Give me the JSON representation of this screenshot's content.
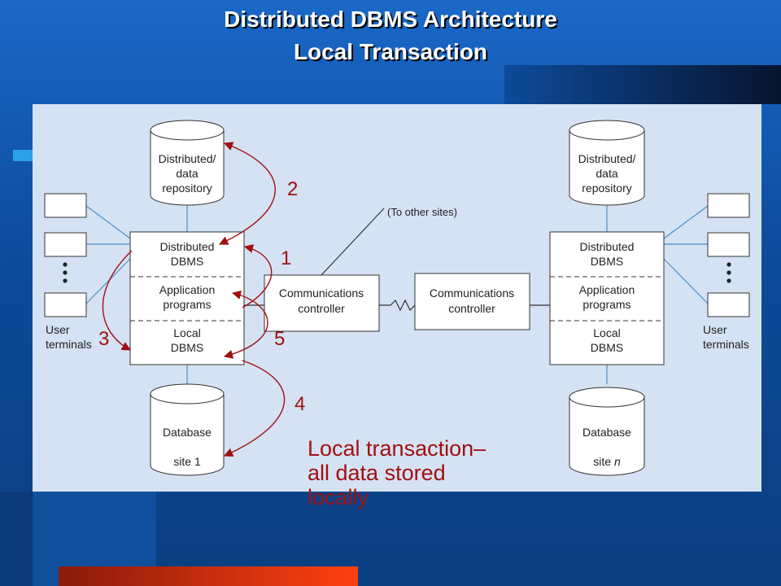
{
  "slide": {
    "title_line1": "Distributed DBMS Architecture",
    "title_line2": "Local Transaction"
  },
  "diagram": {
    "site_left": {
      "repository": [
        "Distributed/",
        "data",
        "repository"
      ],
      "stack": {
        "distributed": [
          "Distributed",
          "DBMS"
        ],
        "application": [
          "Application",
          "programs"
        ],
        "local": [
          "Local",
          "DBMS"
        ]
      },
      "database": [
        "Database",
        "site 1"
      ],
      "terminals_label": [
        "User",
        "terminals"
      ]
    },
    "site_right": {
      "repository": [
        "Distributed/",
        "data",
        "repository"
      ],
      "stack": {
        "distributed": [
          "Distributed",
          "DBMS"
        ],
        "application": [
          "Application",
          "programs"
        ],
        "local": [
          "Local",
          "DBMS"
        ]
      },
      "database": [
        "Database",
        "site"
      ],
      "database_italic": "n",
      "terminals_label": [
        "User",
        "terminals"
      ]
    },
    "controller_left": [
      "Communications",
      "controller"
    ],
    "controller_right": [
      "Communications",
      "controller"
    ],
    "other_sites": "(To other sites)",
    "step_numbers": [
      "1",
      "2",
      "3",
      "4",
      "5"
    ]
  },
  "caption": {
    "line1": "Local transaction–",
    "line2": "all data stored",
    "line3": "locally"
  },
  "colors": {
    "background": "#1a68c8",
    "panel": "#d5e2f3",
    "arrow": "#a01010",
    "accent_bar": "#e03010"
  }
}
